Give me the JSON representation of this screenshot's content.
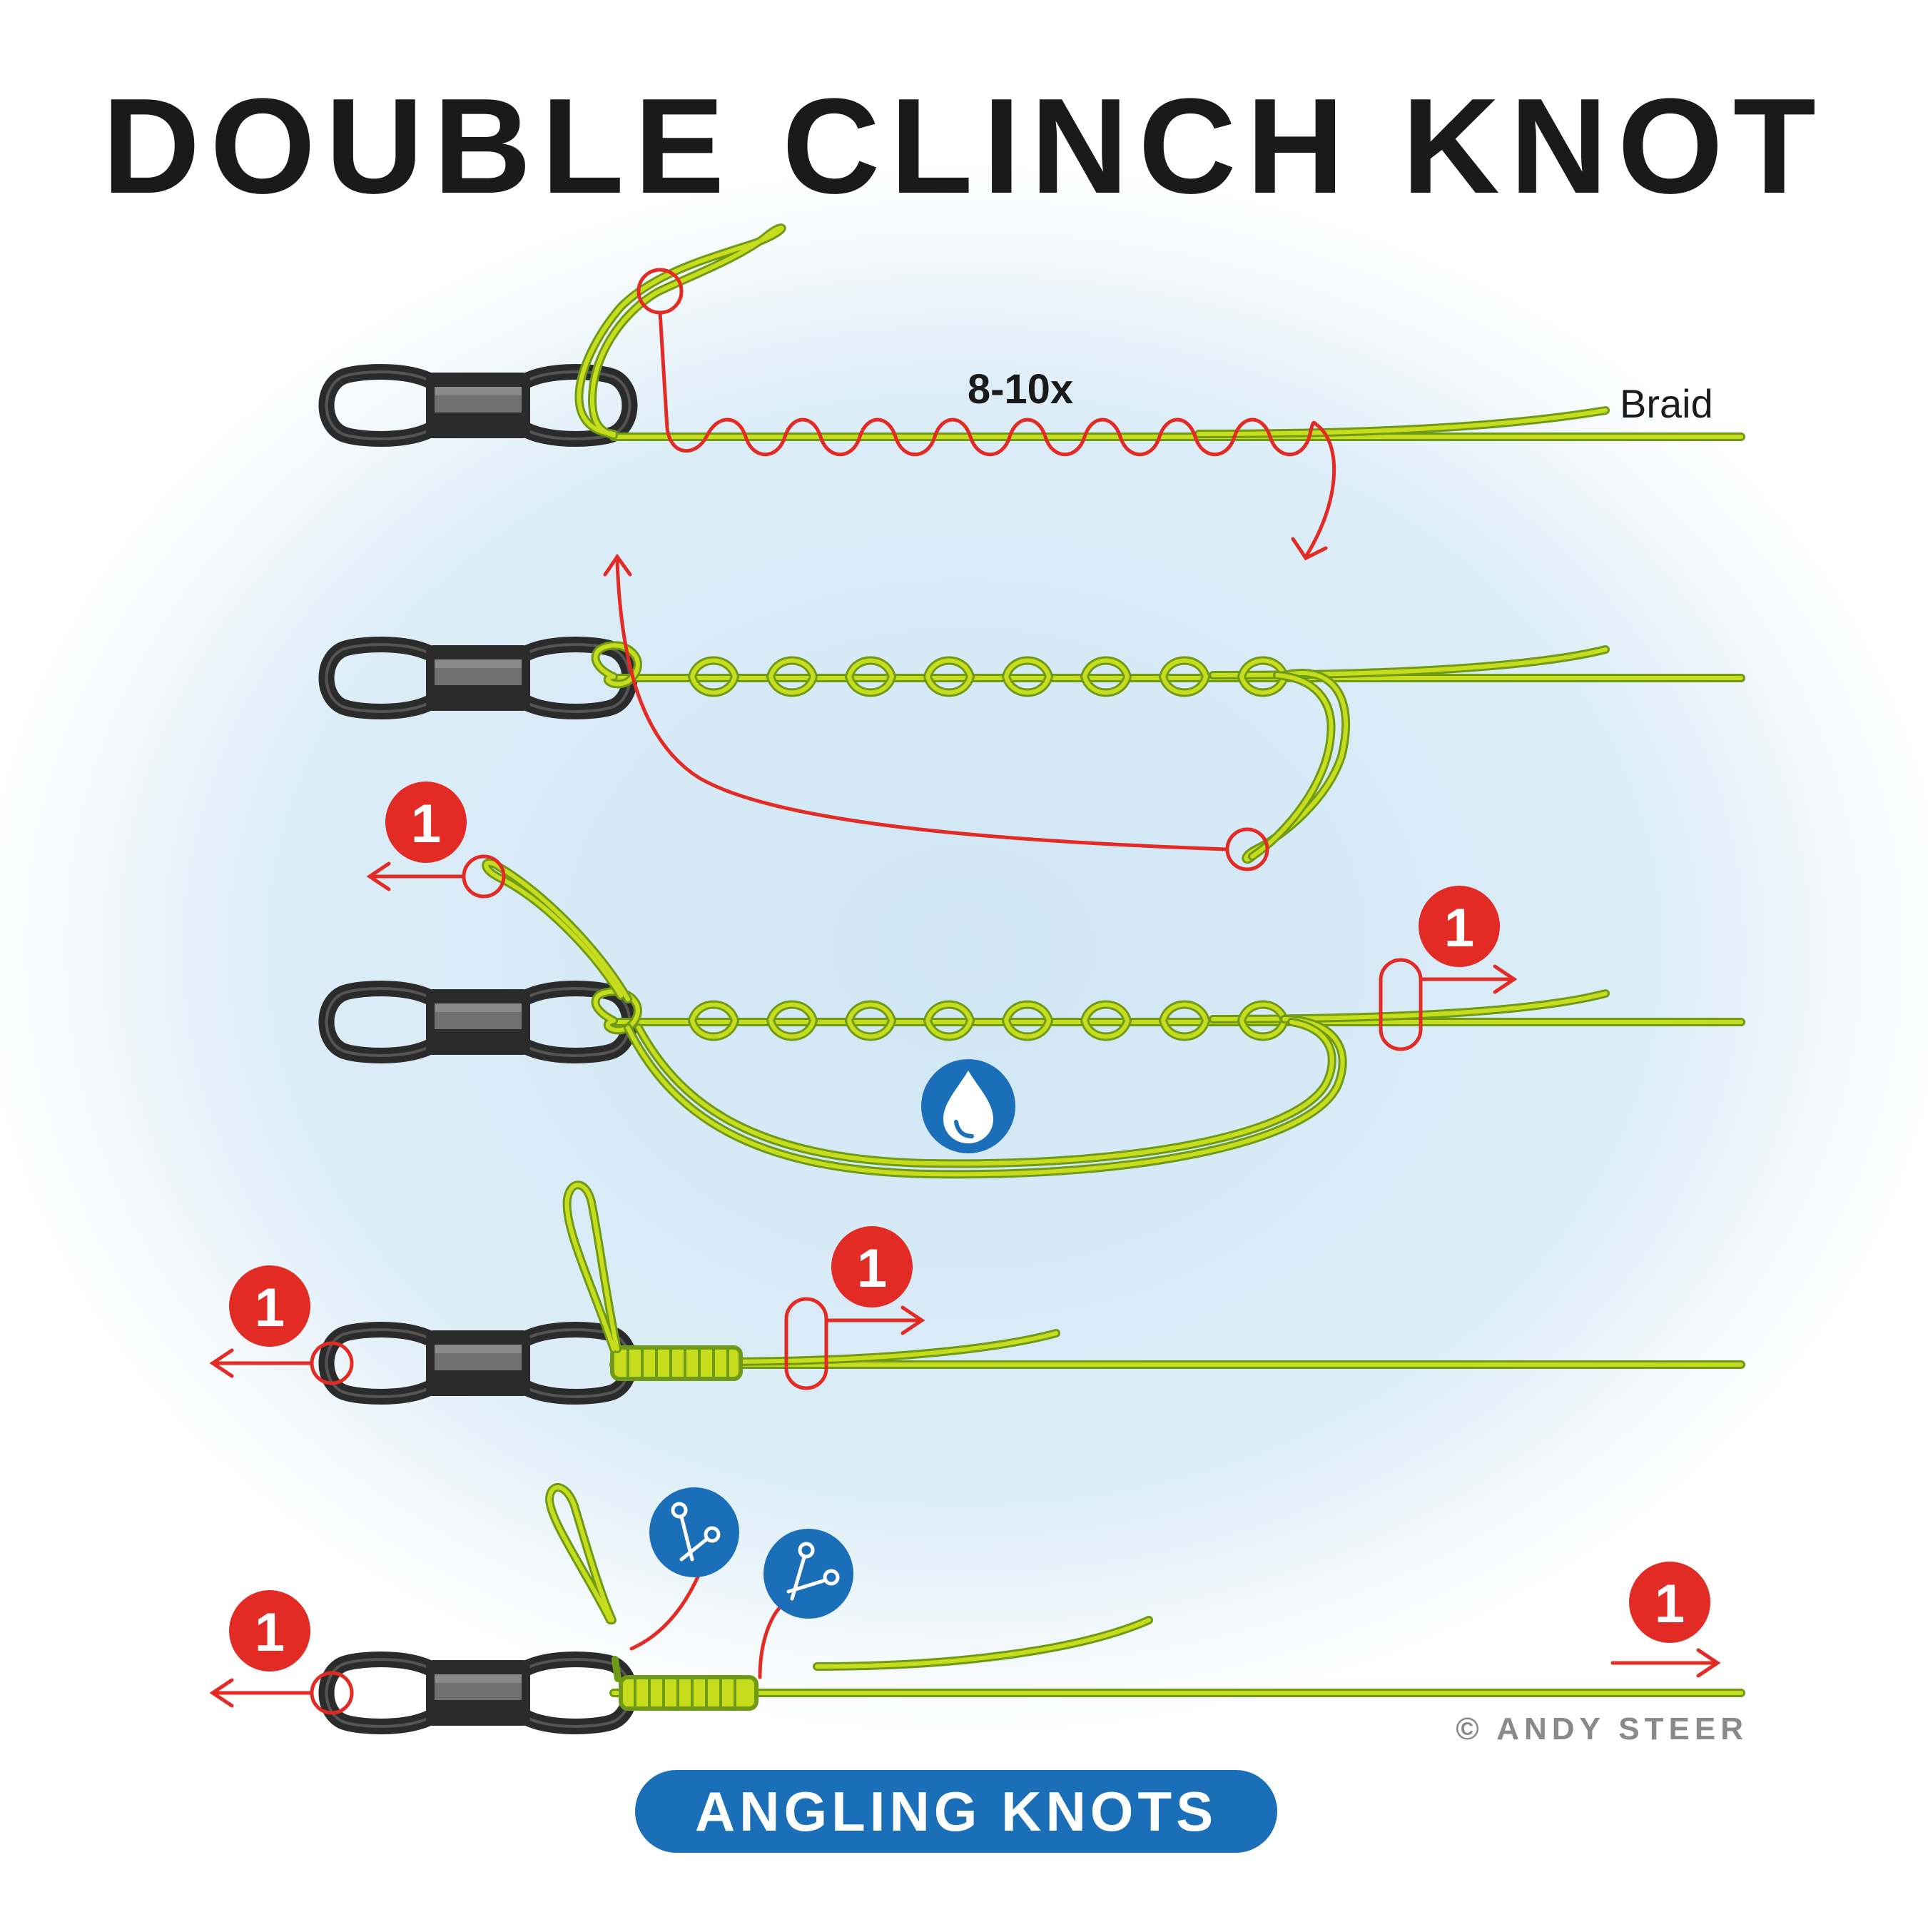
{
  "title": "DOUBLE CLINCH KNOT",
  "labels": {
    "turns": "8-10x",
    "line_type": "Braid"
  },
  "step_badge": "1",
  "copyright": "© ANDY STEER",
  "footer_badge": "ANGLING KNOTS",
  "icons": [
    "swivel-icon",
    "water-drop-icon",
    "scissors-icon"
  ],
  "colors": {
    "line": "#c8dc1e",
    "line_outline": "#6f9a16",
    "arrow": "#e32b26",
    "icon_blue": "#1a6fb8",
    "swivel": "#2b2b2b",
    "background_tint": "#cfe6f4"
  }
}
